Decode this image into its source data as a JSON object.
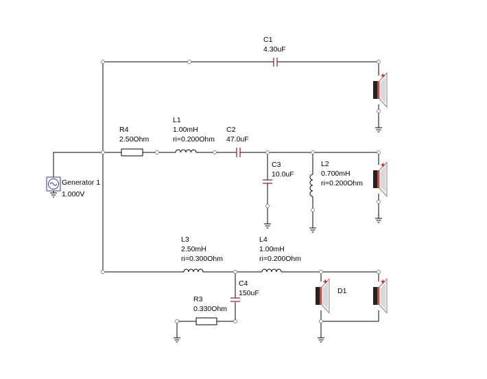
{
  "components": {
    "c1": {
      "name": "C1",
      "value": "4.30uF"
    },
    "r4": {
      "name": "R4",
      "value": "2.50Ohm"
    },
    "l1": {
      "name": "L1",
      "value": "1.00mH",
      "ri": "ri=0.200Ohm"
    },
    "c2": {
      "name": "C2",
      "value": "47.0uF"
    },
    "c3": {
      "name": "C3",
      "value": "10.0uF"
    },
    "l2": {
      "name": "L2",
      "value": "0.700mH",
      "ri": "ri=0.200Ohm"
    },
    "gen": {
      "name": "Generator 1",
      "value": "1.000V"
    },
    "l3": {
      "name": "L3",
      "value": "2.50mH",
      "ri": "ri=0.300Ohm"
    },
    "l4": {
      "name": "L4",
      "value": "1.00mH",
      "ri": "ri=0.200Ohm"
    },
    "c4": {
      "name": "C4",
      "value": "150uF"
    },
    "r3": {
      "name": "R3",
      "value": "0.330Ohm"
    },
    "d1": {
      "name": "D1"
    }
  },
  "colors": {
    "capacitor": "#8b1a1a",
    "speaker_plus": "#cc0000",
    "generator": "#3333aa"
  },
  "speaker_polarity_symbol": "+"
}
